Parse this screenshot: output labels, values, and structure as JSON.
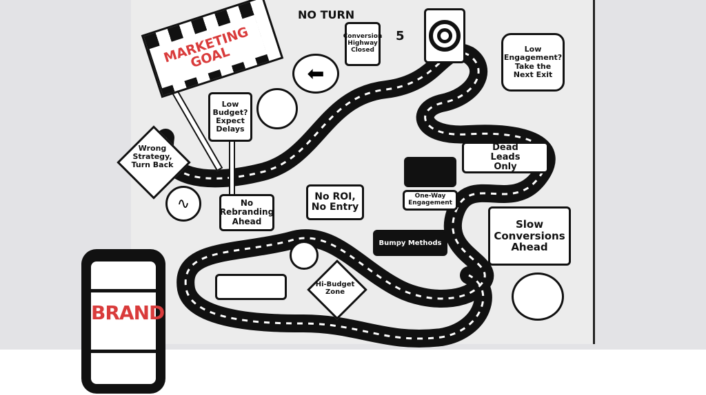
{
  "flag": {
    "line1": "MARKETING",
    "line2": "GOAL"
  },
  "brand": {
    "label": "BRAND"
  },
  "labels": {
    "no_turn": "NO TURN",
    "five": "5"
  },
  "signs": {
    "conversion_highway": "Conversion\nHighway\nClosed",
    "low_engagement": "Low\nEngagement?\nTake the\nNext Exit",
    "low_budget": "Low\nBudget?\nExpect\nDelays",
    "wrong_strategy": "Wrong\nStrategy,\nTurn Back",
    "dead_leads": "Dead\nLeads\nOnly",
    "no_rebranding": "No\nRebranding\nAhead",
    "no_roi": "No ROI,\nNo Entry",
    "one_way": "One-Way\nEngagement",
    "bumpy": "Bumpy Methods",
    "slow_conversions": "Slow\nConversions\nAhead",
    "hi_budget": "Hi-Budget\nZone"
  },
  "colors": {
    "accent": "#d93b3b",
    "ink": "#111111"
  }
}
